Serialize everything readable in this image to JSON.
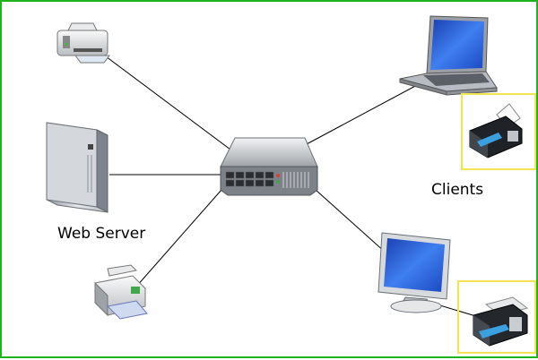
{
  "labels": {
    "web_server": "Web Server",
    "clients": "Clients"
  },
  "colors": {
    "frame_border": "#1fb31f",
    "highlight_border": "#f2e552",
    "link_line": "#000000",
    "screen_blue": "#2a5fd6"
  },
  "nodes": [
    {
      "name": "network-switch-icon",
      "role": "hub"
    },
    {
      "name": "top-left-printer-icon",
      "role": "printer"
    },
    {
      "name": "server-tower-icon",
      "role": "web server"
    },
    {
      "name": "bottom-left-printer-icon",
      "role": "printer"
    },
    {
      "name": "laptop-icon",
      "role": "client"
    },
    {
      "name": "top-right-printer-icon",
      "role": "client printer"
    },
    {
      "name": "desktop-monitor-icon",
      "role": "client"
    },
    {
      "name": "bottom-right-printer-icon",
      "role": "client printer"
    }
  ]
}
